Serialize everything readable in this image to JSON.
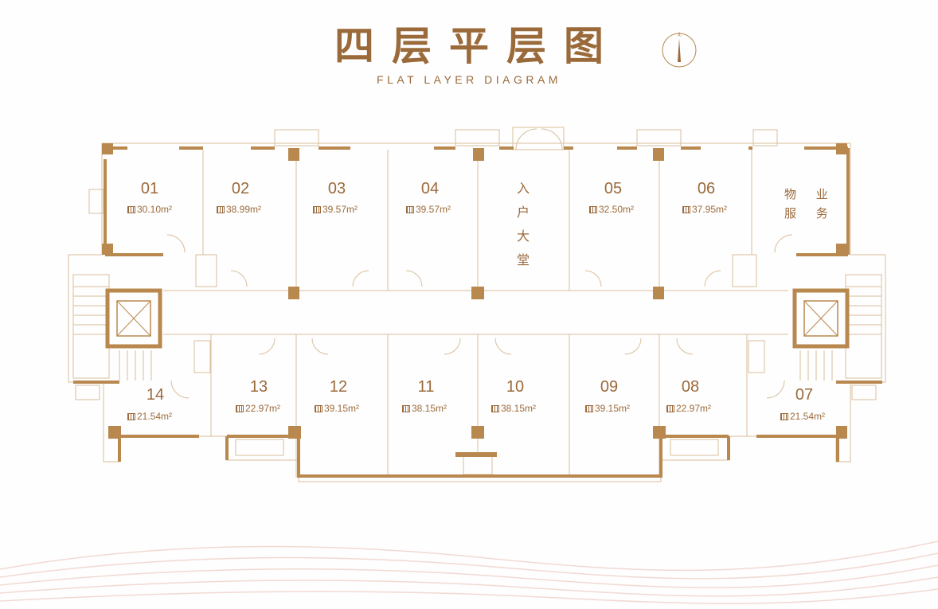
{
  "title": {
    "cn": "四层平层图",
    "en": "FLAT LAYER DIAGRAM"
  },
  "compass": {
    "label": "北"
  },
  "lobby": {
    "label": "入户大堂"
  },
  "service": {
    "line1": "物 业",
    "line2": "服 务"
  },
  "units": [
    {
      "id": "01",
      "area": "30.10m²"
    },
    {
      "id": "02",
      "area": "38.99m²"
    },
    {
      "id": "03",
      "area": "39.57m²"
    },
    {
      "id": "04",
      "area": "39.57m²"
    },
    {
      "id": "05",
      "area": "32.50m²"
    },
    {
      "id": "06",
      "area": "37.95m²"
    },
    {
      "id": "07",
      "area": "21.54m²"
    },
    {
      "id": "08",
      "area": "22.97m²"
    },
    {
      "id": "09",
      "area": "39.15m²"
    },
    {
      "id": "10",
      "area": "38.15m²"
    },
    {
      "id": "11",
      "area": "38.15m²"
    },
    {
      "id": "12",
      "area": "39.15m²"
    },
    {
      "id": "13",
      "area": "22.97m²"
    },
    {
      "id": "14",
      "area": "21.54m²"
    }
  ],
  "colors": {
    "primary": "#9b6a3a",
    "wall": "#b8884e",
    "wave": "#f2d9d2"
  }
}
